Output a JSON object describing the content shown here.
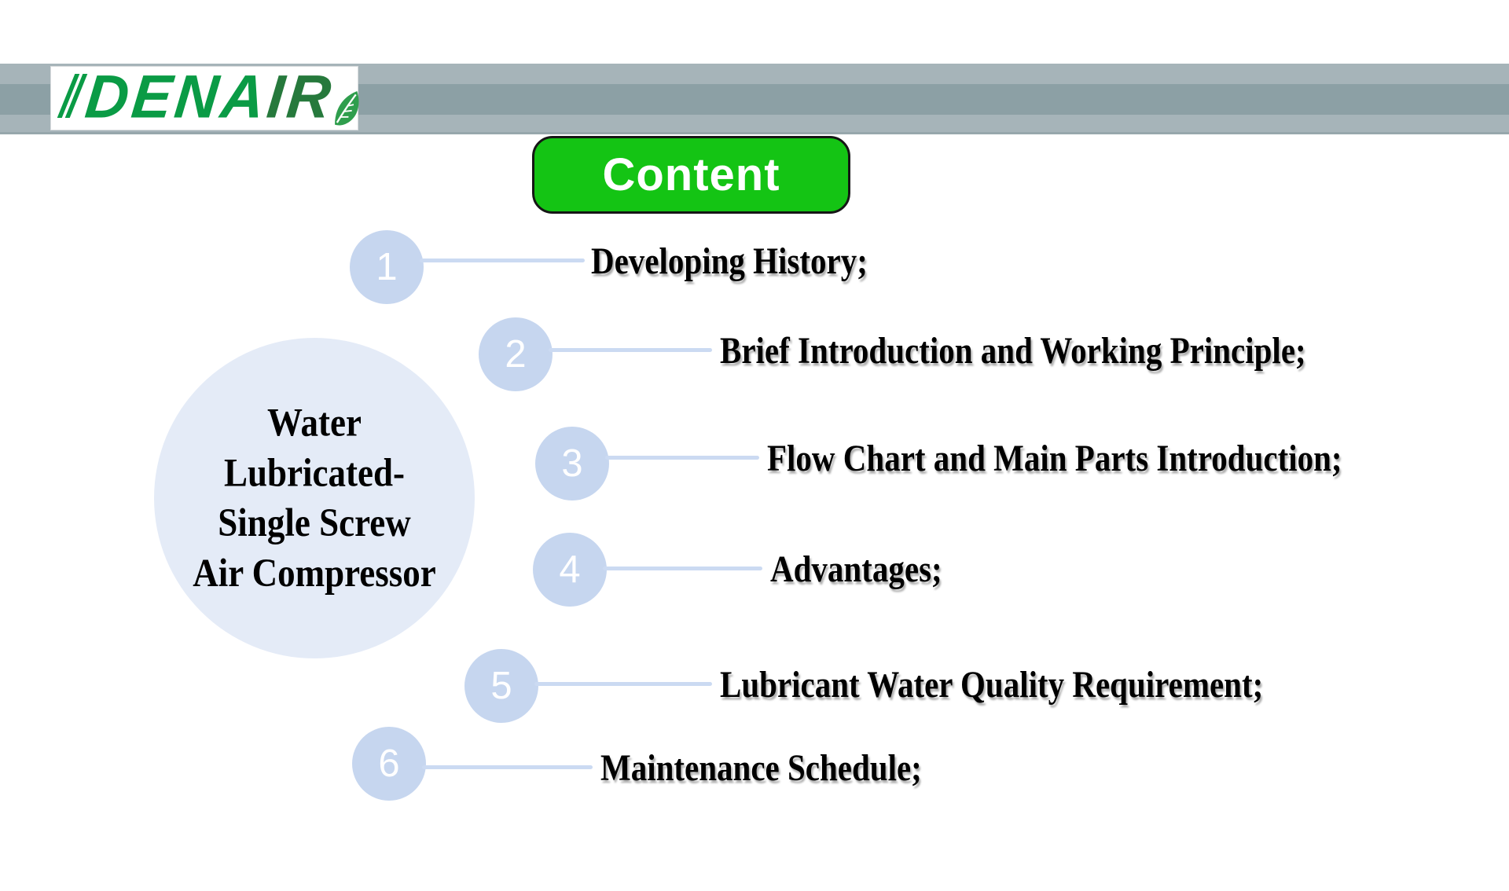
{
  "logo": {
    "brand_primary": "DENA",
    "brand_secondary": "IR"
  },
  "header": {
    "title": "Content"
  },
  "hub": {
    "lines": [
      "Water",
      "Lubricated-",
      "Single Screw",
      "Air Compressor"
    ]
  },
  "items": [
    {
      "number": "1",
      "label": "Developing History;"
    },
    {
      "number": "2",
      "label": "Brief Introduction and Working Principle;"
    },
    {
      "number": "3",
      "label": "Flow Chart and Main Parts Introduction;"
    },
    {
      "number": "4",
      "label": "Advantages;"
    },
    {
      "number": "5",
      "label": "Lubricant Water Quality Requirement;"
    },
    {
      "number": "6",
      "label": "Maintenance Schedule;"
    }
  ],
  "colors": {
    "accent_green": "#14c414",
    "logo_green": "#0a9b45",
    "logo_green_dark": "#26793c",
    "stripe_light": "#a6b4b9",
    "stripe_dark": "#8ca0a5",
    "node_blue": "#c6d6ef",
    "hub_blue": "#e4ebf7",
    "connector_blue": "#cbdaf2",
    "text_black": "#000000",
    "button_text_white": "#ffffff"
  }
}
